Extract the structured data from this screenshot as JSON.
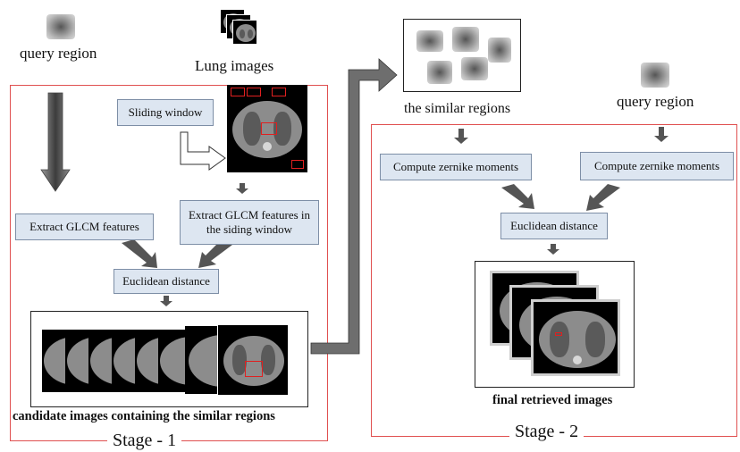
{
  "labels": {
    "query_region_left": "query region",
    "lung_images": "Lung images",
    "similar_regions": "the similar regions",
    "query_region_right": "query region",
    "candidate_images": "candidate images containing the similar regions",
    "final_retrieved": "final retrieved images"
  },
  "stage1": {
    "title": "Stage - 1",
    "sliding_window": "Sliding window",
    "extract_glcm": "Extract GLCM features",
    "extract_glcm_window": "Extract GLCM features in the siding window",
    "euclidean": "Euclidean distance"
  },
  "stage2": {
    "title": "Stage - 2",
    "zernike_left": "Compute  zernike moments",
    "zernike_right": "Compute  zernike moments",
    "euclidean": "Euclidean distance"
  },
  "colors": {
    "box_fill": "#dde6f1",
    "stage_border": "#e05050",
    "arrow": "#555555",
    "highlight": "#e02020"
  }
}
